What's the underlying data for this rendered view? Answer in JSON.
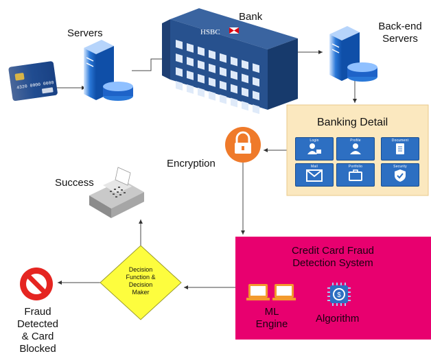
{
  "labels": {
    "servers": "Servers",
    "bank": "Bank",
    "hsbc": "HSBC",
    "backend": [
      "Back-end",
      "Servers"
    ],
    "encryption": "Encryption",
    "success": "Success",
    "fraud": [
      "Fraud",
      "Detected",
      "& Card",
      "Blocked"
    ]
  },
  "banking_detail": {
    "title": "Banking Detail",
    "tiles": [
      "Login",
      "Profile",
      "Document",
      "Mail",
      "Portfolio",
      "Security"
    ]
  },
  "decision": [
    "Decision",
    "Function &",
    "Decision",
    "Maker"
  ],
  "fraud_system": {
    "title": [
      "Credit Card Fraud",
      "Detection System"
    ],
    "ml_engine": [
      "ML",
      "Engine"
    ],
    "algorithm": "Algorithm"
  },
  "card": {
    "number": "4320 0000 0000 0000"
  },
  "colors": {
    "server_blue": "#1e63c8",
    "bank_navy": "#1e3f73",
    "fraud_box": "#e8006f",
    "banking_box": "#fbe8bf",
    "decision_diamond": "#fdfd3e",
    "encryption_orange": "#ef7a2a",
    "tile_blue": "#2d6fc2"
  },
  "icons": [
    "credit-card-icon",
    "server-icon",
    "bank-building-icon",
    "lock-icon",
    "cash-register-icon",
    "prohibited-icon",
    "laptop-icon",
    "chip-icon"
  ]
}
